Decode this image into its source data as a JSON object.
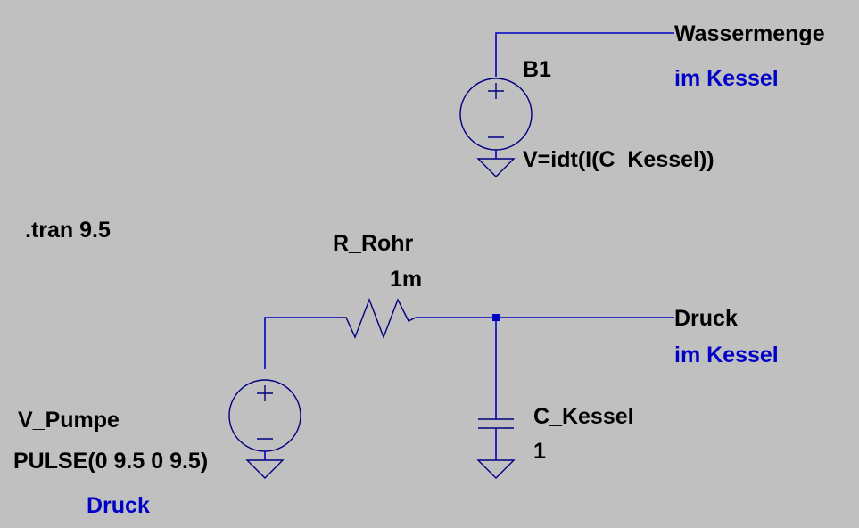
{
  "schematic": {
    "tran_directive": ".tran 9.5",
    "b1": {
      "name": "B1",
      "value": "V=idt(I(C_Kessel))"
    },
    "resistor": {
      "name": "R_Rohr",
      "value": "1m"
    },
    "capacitor": {
      "name": "C_Kessel",
      "value": "1"
    },
    "pump": {
      "name": "V_Pumpe",
      "value": "PULSE(0 9.5 0 9.5)",
      "comment": "Druck"
    },
    "net_wassermenge": {
      "label": "Wassermenge",
      "comment": "im Kessel"
    },
    "net_druck": {
      "label": "Druck",
      "comment": "im Kessel"
    },
    "colors": {
      "background": "#c0c0c0",
      "wire": "#0000c8",
      "label": "#000000",
      "comment": "#0000c8"
    }
  }
}
